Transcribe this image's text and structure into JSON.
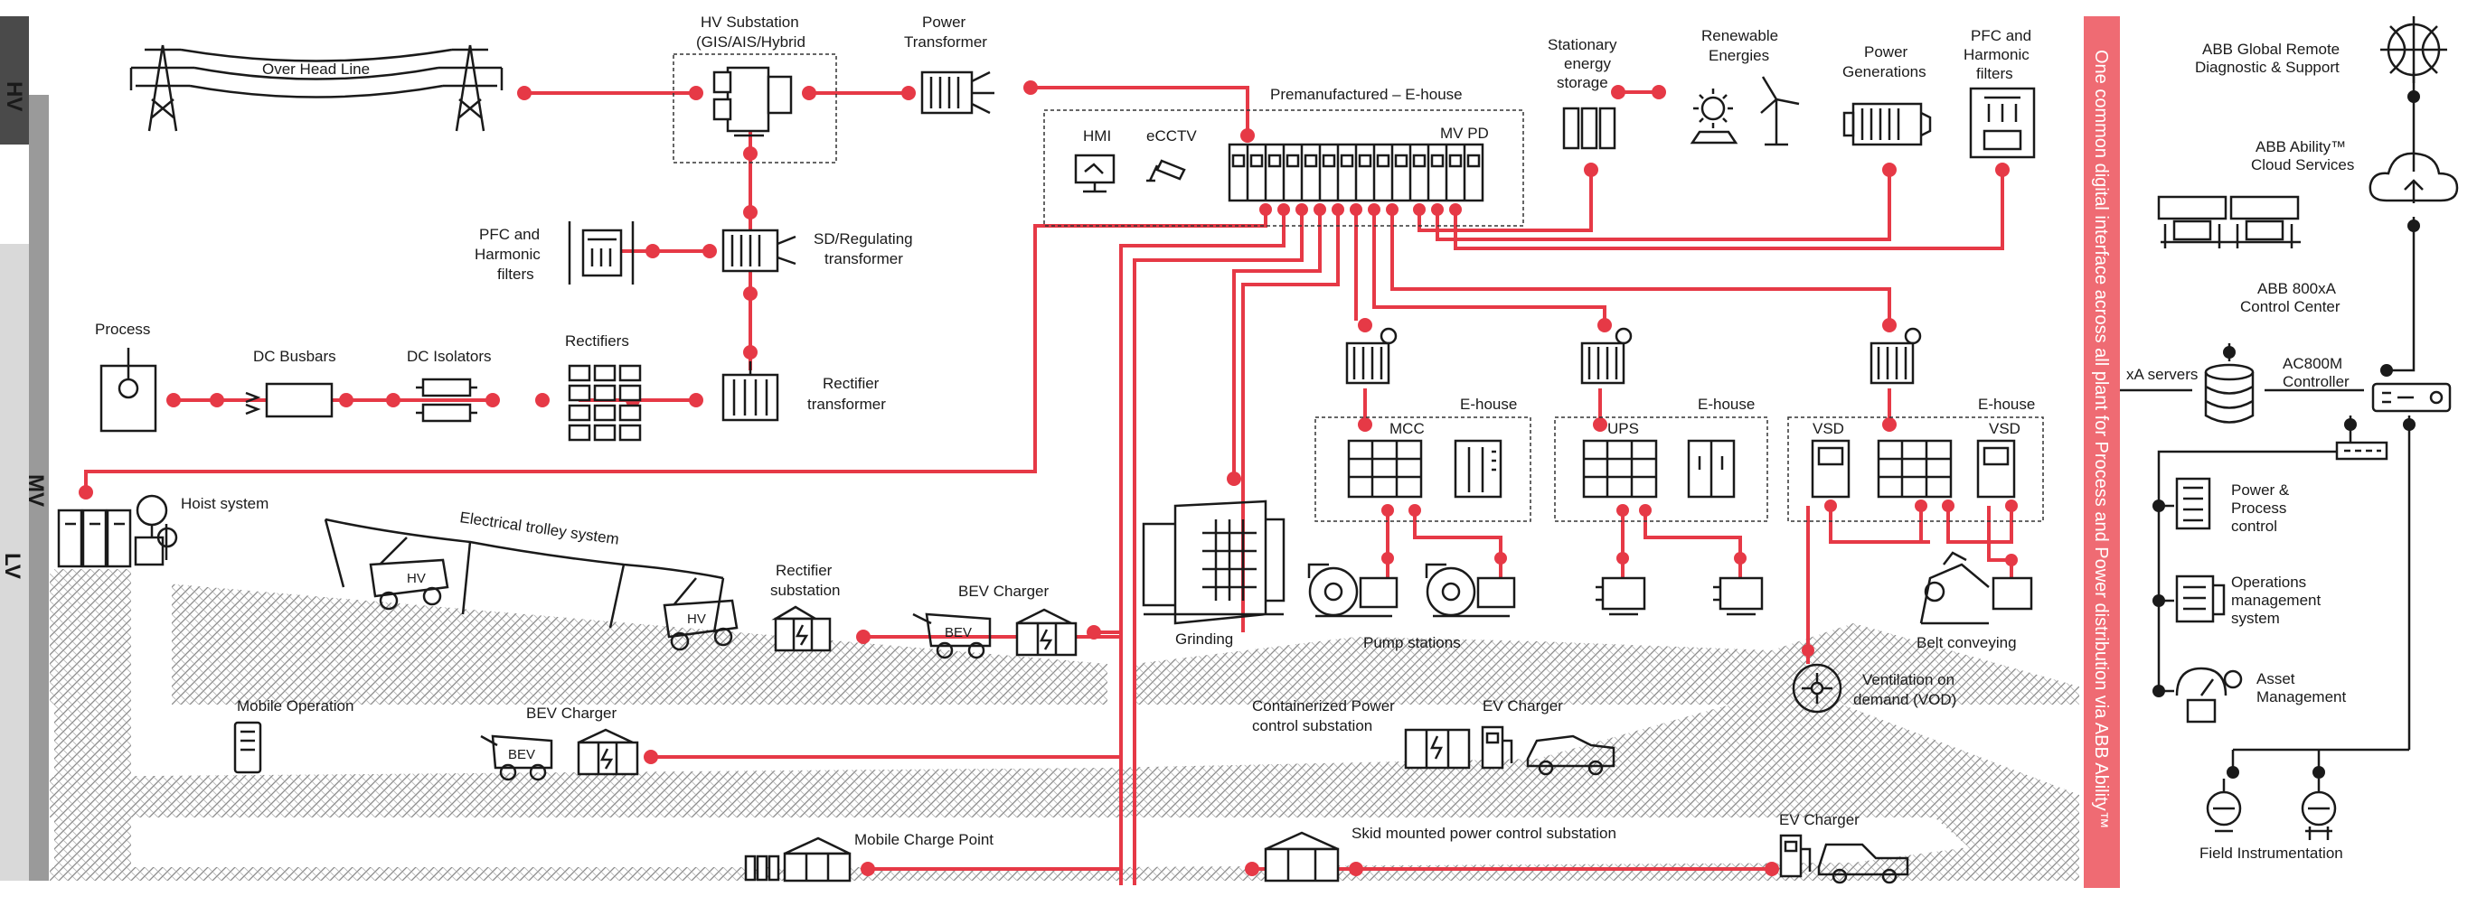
{
  "levels": {
    "hv": "HV",
    "mv": "MV",
    "lv": "LV"
  },
  "banner": "One common digital interface across all plant for Process and Power distribution via ABB Ability™",
  "labels": {
    "overhead_line": "Over Head Line",
    "hv_substation_1": "HV Substation",
    "hv_substation_2": "(GIS/AIS/Hybrid",
    "power_transformer_1": "Power",
    "power_transformer_2": "Transformer",
    "pfc_left_1": "PFC and",
    "pfc_left_2": "Harmonic",
    "pfc_left_3": "filters",
    "sd_transformer_1": "SD/Regulating",
    "sd_transformer_2": "transformer",
    "process": "Process",
    "dc_busbars": "DC Busbars",
    "dc_isolators": "DC Isolators",
    "rectifiers": "Rectifiers",
    "rectifier_transformer_1": "Rectifier",
    "rectifier_transformer_2": "transformer",
    "ehouse_title": "Premanufactured – E-house",
    "hmi": "HMI",
    "ecctv": "eCCTV",
    "mv_pd": "MV PD",
    "stationary_1": "Stationary",
    "stationary_2": "energy",
    "stationary_3": "storage",
    "renewable_1": "Renewable",
    "renewable_2": "Energies",
    "power_gen_1": "Power",
    "power_gen_2": "Generations",
    "pfc_right_1": "PFC and",
    "pfc_right_2": "Harmonic",
    "pfc_right_3": "filters",
    "mcc": "MCC",
    "ehouse_a": "E-house",
    "ups": "UPS",
    "ehouse_b": "E-house",
    "vsd_a": "VSD",
    "vsd_b": "VSD",
    "ehouse_c": "E-house",
    "hoist": "Hoist system",
    "trolley": "Electrical trolley system",
    "hv_truck_a": "HV",
    "hv_truck_b": "HV",
    "rectifier_sub_1": "Rectifier",
    "rectifier_sub_2": "substation",
    "bev_charger_top": "BEV Charger",
    "bev_top": "BEV",
    "grinding": "Grinding",
    "pump_stations": "Pump stations",
    "belt_conveying": "Belt conveying",
    "mobile_operation": "Mobile Operation",
    "bev_charger_mid": "BEV Charger",
    "bev_mid": "BEV",
    "containerized_1": "Containerized Power",
    "containerized_2": "control  substation",
    "ev_charger_mid": "EV Charger",
    "ventilation_1": "Ventilation on",
    "ventilation_2": "demand (VOD)",
    "mobile_charge_point": "Mobile Charge Point",
    "skid_mounted": "Skid mounted power control substation",
    "ev_charger_bottom": "EV Charger",
    "abb_remote_1": "ABB Global Remote",
    "abb_remote_2": "Diagnostic & Support",
    "cloud_1": "ABB Ability™",
    "cloud_2": "Cloud Services",
    "control_center_1": "ABB 800xA",
    "control_center_2": "Control Center",
    "xa_servers": "xA servers",
    "ac800m_1": "AC800M",
    "ac800m_2": "Controller",
    "power_process_1": "Power &",
    "power_process_2": "Process",
    "power_process_3": "control",
    "ops_mgmt_1": "Operations",
    "ops_mgmt_2": "management",
    "ops_mgmt_3": "system",
    "asset_1": "Asset",
    "asset_2": "Management",
    "field_instr": "Field Instrumentation"
  },
  "colors": {
    "power_line": "#e63946",
    "banner": "#ef6b73",
    "hv_band": "#4a4a4a",
    "mv_band": "#9a9a9a",
    "lv_band": "#d9d9d9"
  }
}
